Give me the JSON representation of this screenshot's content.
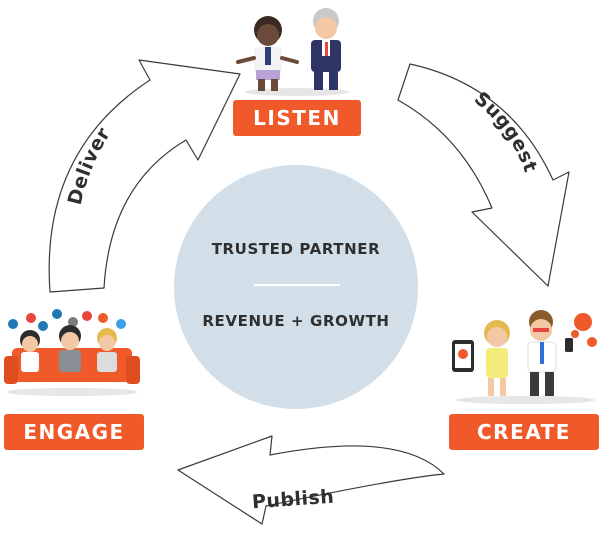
{
  "center": {
    "line1": "TRUSTED PARTNER",
    "line2": "REVENUE + GROWTH"
  },
  "stages": {
    "listen": "LISTEN",
    "create": "CREATE",
    "engage": "ENGAGE"
  },
  "arrows": {
    "suggest": "Suggest",
    "publish": "Publish",
    "deliver": "Deliver"
  },
  "colors": {
    "accent": "#f05a2a",
    "center_circle": "#d2dfe8",
    "text": "#2f2f2f"
  },
  "illustrations": {
    "listen": "two-business-people-illustration",
    "create": "content-creators-illustration",
    "engage": "audience-on-sofa-illustration"
  }
}
